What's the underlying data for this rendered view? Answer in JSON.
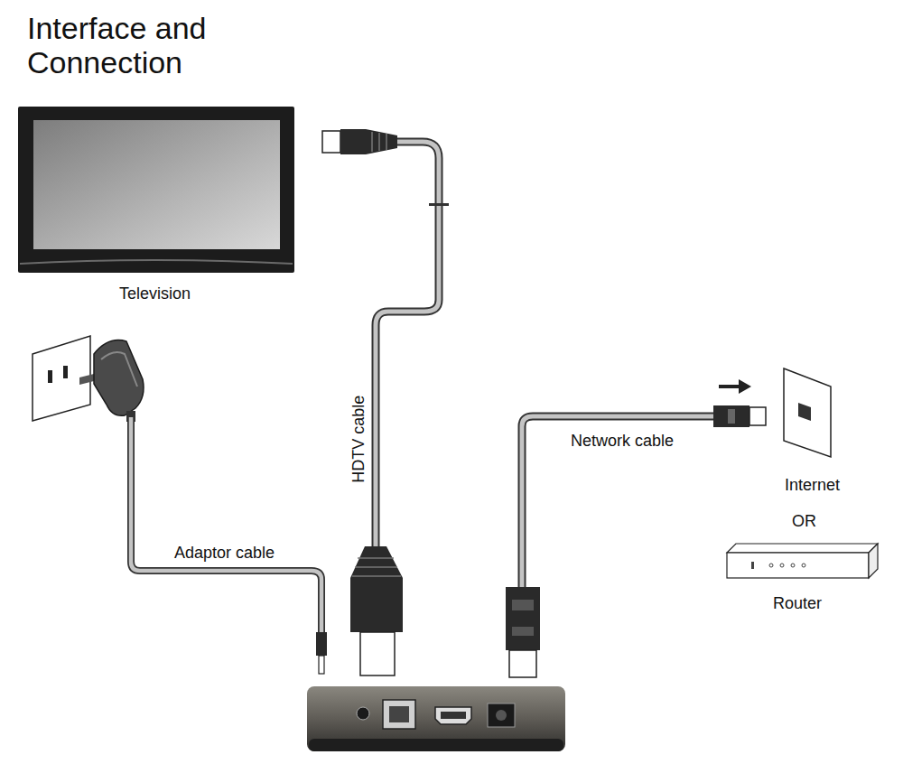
{
  "diagram": {
    "title": "Interface and Connection",
    "nodes": [
      {
        "text": [
          "Television"
        ]
      },
      {
        "text": [
          "Internet"
        ]
      },
      {
        "text": [
          "Router"
        ]
      }
    ],
    "labels": [
      "HDTV cable",
      "Adaptor cable",
      "Network cable",
      "OR"
    ]
  }
}
